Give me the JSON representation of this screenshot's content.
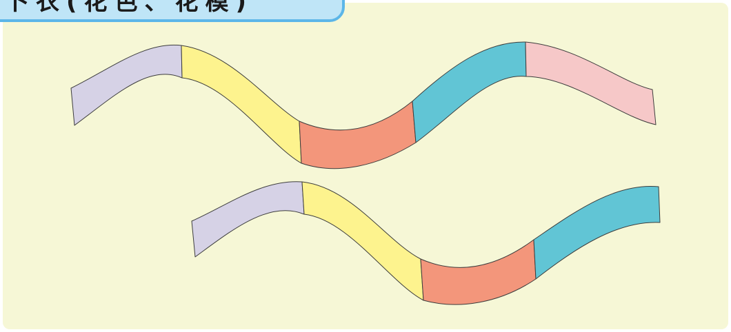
{
  "title": "卜衣(花色、花模)",
  "colors": {
    "panel_background": "#f6f7d6",
    "tab_fill": "#bfe5f7",
    "tab_border": "#5cb6e8",
    "lavender": "#d6d2e6",
    "yellow": "#fdf38e",
    "salmon": "#f3967b",
    "teal": "#61c5d5",
    "pink": "#f6c8c8"
  },
  "ribbons": [
    {
      "name": "top-ribbon",
      "segment_colors": [
        "lavender",
        "yellow",
        "salmon",
        "teal",
        "pink"
      ]
    },
    {
      "name": "bottom-ribbon",
      "segment_colors": [
        "lavender",
        "yellow",
        "salmon",
        "teal"
      ]
    }
  ]
}
